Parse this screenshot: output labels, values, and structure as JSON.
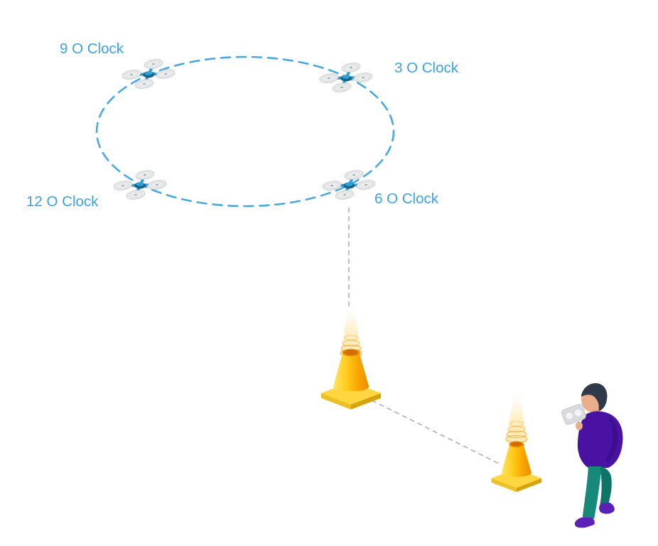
{
  "diagram": {
    "title": "Drone clock-position flight diagram",
    "labels": {
      "nine": "9 O Clock",
      "three": "3 O Clock",
      "twelve": "12 O Clock",
      "six": "6 O Clock"
    },
    "icons": [
      "drone-icon",
      "traffic-cone-icon",
      "landing-beam-icon",
      "pilot-with-controller-icon"
    ],
    "colors": {
      "label_blue": "#3FA2DB",
      "flight_path_blue": "#49A8E0",
      "guide_line_gray": "#A6A6A6",
      "drone_arm_blue": "#2F9FD8",
      "rotor_gray": "#EAEBED",
      "cone_yellow": "#FFD63F",
      "cone_orange": "#F09200",
      "beam_ring_orange": "#F0A830",
      "pilot_sweater_purple": "#4A12A3",
      "pilot_pants_teal": "#17897B",
      "pilot_shoes_purple": "#5B21B6",
      "background": "#FFFFFF"
    }
  }
}
